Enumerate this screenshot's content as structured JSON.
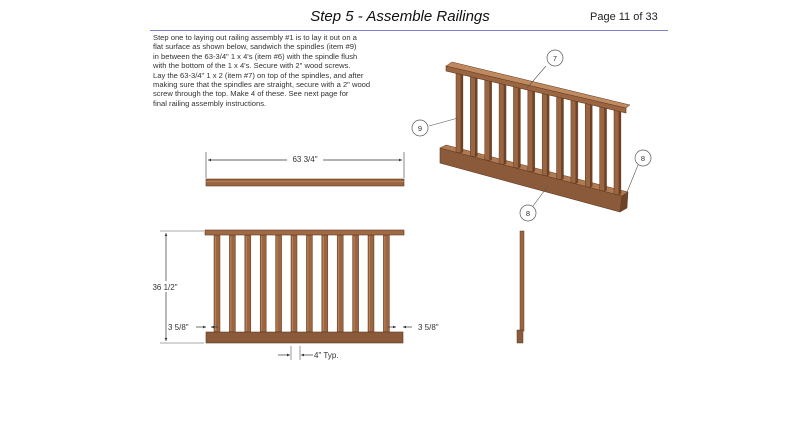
{
  "header": {
    "title": "Step 5 - Assemble Railings",
    "page": "Page 11 of 33"
  },
  "instructions": [
    "Step one to laying out railing assembly #1 is to lay it out on a",
    "flat surface as shown below, sandwich the spindles (item #9)",
    "in between the 63-3/4\" 1 x 4's (item #6) with the spindle flush",
    "with the bottom of the 1 x 4's.  Secure with 2\" wood screws.",
    "Lay the 63-3/4\" 1 x 2 (item #7) on top of the spindles, and after",
    "making sure that the spindles are straight, secure with a 2\" wood",
    "screw through the top.  Make 4 of these.  See next page for",
    "final railing assembly instructions."
  ],
  "dimensions": {
    "length": "63 3/4\"",
    "height": "36 1/2\"",
    "end_gap_left": "3 5/8\"",
    "end_gap_right": "3 5/8\"",
    "spacing": "4\" Typ."
  },
  "callouts": {
    "top_rail": "7",
    "spindle": "9",
    "bottom_board_end": "8",
    "bottom_board": "8"
  },
  "colors": {
    "wood": "#8b5a3a",
    "wood_light": "#b07a52",
    "wood_dark": "#5e3a22"
  }
}
